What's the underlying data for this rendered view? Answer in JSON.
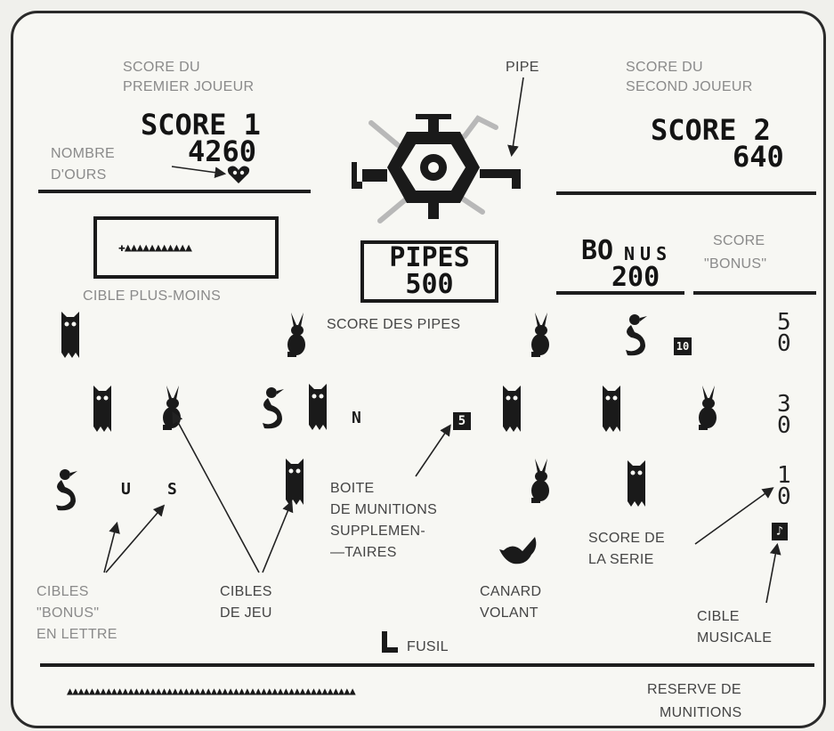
{
  "labels": {
    "score_premier_joueur": [
      "SCORE DU",
      "PREMIER JOUEUR"
    ],
    "pipe": "PIPE",
    "score_second_joueur": [
      "SCORE DU",
      "SECOND JOUEUR"
    ],
    "nombre_ours": [
      "NOMBRE",
      "D'OURS"
    ],
    "cible_plus_moins": "CIBLE PLUS-MOINS",
    "score_des_pipes": "SCORE DES PIPES",
    "score_bonus": [
      "SCORE",
      "\"BONUS\""
    ],
    "boite_munitions": [
      "BOITE",
      "DE MUNITIONS",
      "SUPPLEMEN-",
      "—TAIRES"
    ],
    "score_serie": [
      "SCORE DE",
      "LA SERIE"
    ],
    "cibles_bonus": [
      "CIBLES",
      "\"BONUS\"",
      "EN LETTRE"
    ],
    "cibles_jeu": [
      "CIBLES",
      "DE JEU"
    ],
    "canard_volant": [
      "CANARD",
      "VOLANT"
    ],
    "cible_musicale": [
      "CIBLE",
      "MUSICALE"
    ],
    "fusil": "FUSIL",
    "reserve_munitions": [
      "RESERVE DE",
      "MUNITIONS"
    ]
  },
  "hud": {
    "score1_title": "SCORE 1",
    "score1_value": "4260",
    "score2_title": "SCORE 2",
    "score2_value": "640",
    "pipes_title": "PIPES",
    "pipes_value": "500",
    "bonus_title_big": "BO",
    "bonus_title_small": "NUS",
    "bonus_value": "200",
    "plus_minus_target": "✚▲▲▲▲▲▲▲▲▲▲▲",
    "ammo_reserve": "▲▲▲▲▲▲▲▲▲▲▲▲▲▲▲▲▲▲▲▲▲▲▲▲▲▲▲▲▲▲▲▲▲▲▲▲▲▲▲▲▲▲▲▲▲▲▲▲▲▲▲▲"
  },
  "row_scores": {
    "row1": [
      "5",
      "0"
    ],
    "row2": [
      "3",
      "0"
    ],
    "row3": [
      "1",
      "0"
    ]
  },
  "letter_targets": {
    "n": "N",
    "u": "U",
    "s": "S"
  },
  "boxes": {
    "ten": "10",
    "five": "5"
  },
  "colors": {
    "ink": "#1a1a1a",
    "screen": "#f7f7f3",
    "label": "#444444"
  }
}
